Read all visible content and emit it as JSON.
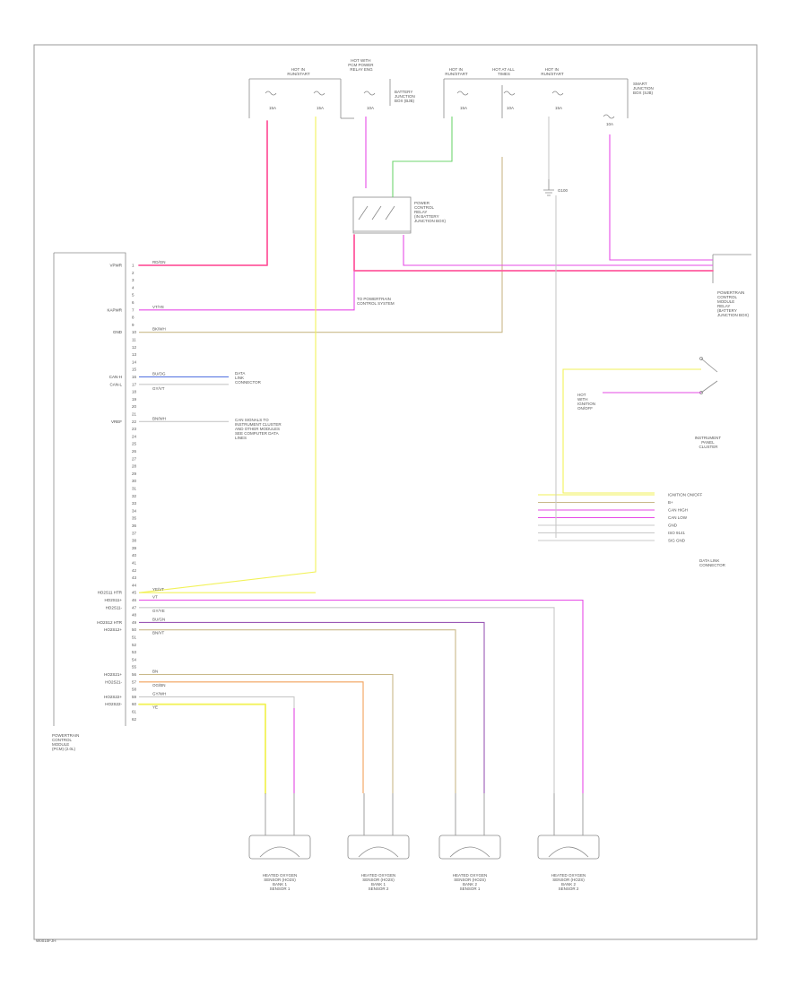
{
  "diagram": {
    "footer_code": "W0010FJH",
    "pcm_label": [
      "POWERTRAIN",
      "CONTROL",
      "MODULE",
      "(PCM) (2.0L)"
    ],
    "pcm_pin_labels": [
      {
        "text": "VPWR",
        "pin": 1
      },
      {
        "text": "KAPWR",
        "pin": 7
      },
      {
        "text": "GND",
        "pin": 10
      },
      {
        "text": "CAN-H",
        "pin": 16
      },
      {
        "text": "CAN-L",
        "pin": 17
      },
      {
        "text": "VREF",
        "pin": 22
      },
      {
        "text": "HO2S11 HTR",
        "pin": 45
      },
      {
        "text": "HO2S11+",
        "pin": 46
      },
      {
        "text": "HO2S11-",
        "pin": 47
      },
      {
        "text": "HO2S12 HTR",
        "pin": 49
      },
      {
        "text": "HO2S12+",
        "pin": 50
      },
      {
        "text": "HO2S21+",
        "pin": 56
      },
      {
        "text": "HO2S21-",
        "pin": 57
      },
      {
        "text": "HO2S22+",
        "pin": 59
      },
      {
        "text": "HO2S22-",
        "pin": 60
      }
    ],
    "fuse_labels": [
      {
        "id": "f1",
        "lines": [
          "HOT IN",
          "RUN/START"
        ]
      },
      {
        "id": "f2",
        "lines": [
          "HOT WITH",
          "PCM POWER",
          "RELAY ENG"
        ]
      },
      {
        "id": "f3",
        "lines": [
          "HOT IN",
          "RUN/START"
        ]
      },
      {
        "id": "f4",
        "lines": [
          "HOT AT ALL",
          "TIMES"
        ]
      },
      {
        "id": "f5",
        "lines": [
          "HOT IN",
          "RUN/START"
        ]
      }
    ],
    "fuse_values": [
      "15A",
      "15A",
      "10A",
      "15A",
      "10A",
      "15A",
      "10A"
    ],
    "relay_label": [
      "POWER",
      "CONTROL",
      "RELAY",
      "(IN BATTERY",
      "JUNCTION BOX)"
    ],
    "junction_label": [
      "BATTERY",
      "JUNCTION",
      "BOX (BJB)"
    ],
    "smart_junction_label": [
      "SMART",
      "JUNCTION",
      "BOX (SJB)"
    ],
    "ground_label": "G100",
    "module_right_label": [
      "POWERTRAIN",
      "CONTROL",
      "MODULE",
      "RELAY",
      "(BATTERY",
      "JUNCTION BOX)"
    ],
    "switch_label": [
      "INSTRUMENT",
      "PANEL",
      "CLUSTER"
    ],
    "connector_right_label": [
      "DATA LINK",
      "CONNECTOR"
    ],
    "connector_right_pins": [
      "IGNITION ON/OFF",
      "B+",
      "CAN HIGH",
      "CAN LOW",
      "GND",
      "ISO 9141",
      "SIG GND"
    ],
    "hcm_label": [
      "HOT",
      "WITH",
      "IGNITION",
      "ON/OFF"
    ],
    "left_notes": [
      {
        "lines": [
          "DATA",
          "LINK",
          "CONNECTOR"
        ]
      },
      {
        "lines": [
          "CAN SIGNALS TO",
          "INSTRUMENT CLUSTER",
          "AND OTHER MODULES",
          "SEE COMPUTER DATA",
          "LINES"
        ]
      },
      {
        "lines": [
          "TO POWERTRAIN",
          "CONTROL SYSTEM"
        ]
      }
    ],
    "sensors": [
      {
        "lines": [
          "HEATED OXYGEN",
          "SENSOR (HO2S)",
          "BANK 1",
          "SENSOR 1"
        ]
      },
      {
        "lines": [
          "HEATED OXYGEN",
          "SENSOR (HO2S)",
          "BANK 1",
          "SENSOR 2"
        ]
      },
      {
        "lines": [
          "HEATED OXYGEN",
          "SENSOR (HO2S)",
          "BANK 2",
          "SENSOR 1"
        ]
      },
      {
        "lines": [
          "HEATED OXYGEN",
          "SENSOR (HO2S)",
          "BANK 2",
          "SENSOR 2"
        ]
      }
    ],
    "wire_codes": {
      "vpwr": "RD/GN",
      "kapwr": "VT/YE",
      "gnd": "BK/WH",
      "canh": "BU/OG",
      "canl": "GY/VT",
      "vref": "BN/WH",
      "ho2s11h": "YE/VT",
      "ho2s11p": "VT",
      "ho2s11m": "GY/YE",
      "ho2s12h": "BU/GN",
      "ho2s12p": "BN/VT",
      "ho2s21p": "BN",
      "ho2s21m": "OG/BN",
      "ho2s22p": "GY/WH",
      "ho2s22m": "YE"
    },
    "colors": {
      "pink": "#ff5b9e",
      "magenta": "#e64be6",
      "yellow": "#f2f25a",
      "tan": "#c9b98a",
      "green": "#6fd46f",
      "orange": "#f2a15a",
      "purple": "#9b59b6",
      "blue": "#4f6fe0",
      "gray": "#c8c8c8",
      "frame": "#9a9a9a"
    }
  }
}
